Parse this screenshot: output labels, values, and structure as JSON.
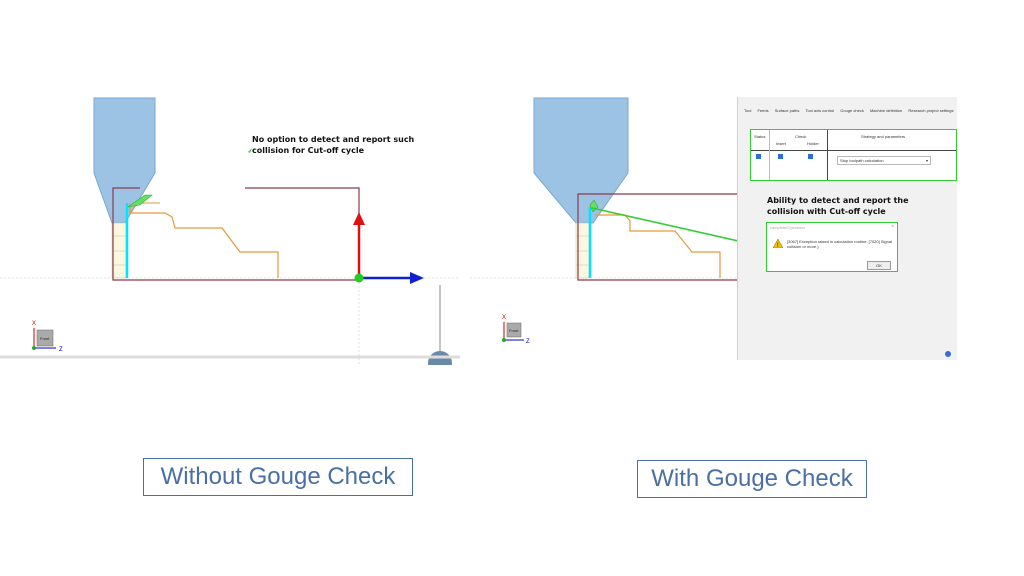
{
  "left_panel": {
    "annotation_line1": "No option to detect and report such",
    "annotation_line2": "collision for Cut-off cycle",
    "axis_x": "X",
    "axis_z": "Z",
    "view_label": "Front"
  },
  "right_panel": {
    "annotation_line1": "Ability to detect and report the",
    "annotation_line2": "collision with Cut-off cycle",
    "axis_x": "X",
    "axis_z": "Z",
    "view_label": "Front",
    "tabs": [
      "Tool",
      "Feeds",
      "Surface paths",
      "Tool axis control",
      "Gouge check",
      "Machine definition",
      "Research project settings"
    ],
    "table": {
      "status_header": "Status",
      "check_header": "Check",
      "insert_header": "Insert",
      "holder_header": "Holder",
      "strategy_header": "Strategy and parameters",
      "strategy_value": "Stop toolpath calculation"
    },
    "error_dialog": {
      "title": "camplete/Operation",
      "message": "[3067] Exception raised in calculation routine: [7020] Signal collision or more.)",
      "ok_label": "OK"
    }
  },
  "captions": {
    "left": "Without Gouge Check",
    "right": "With Gouge Check"
  },
  "colors": {
    "caption_border": "#4a6fa5",
    "caption_text": "#4a6fa5",
    "highlight": "#33cc33",
    "tool_blue": "#9cc3e4",
    "profile_orange": "#e39a3b",
    "stock_line": "#8b3a4a",
    "insert_cyan": "#00e5ff",
    "axis_red": "#e01010",
    "axis_blue": "#1020d0"
  }
}
